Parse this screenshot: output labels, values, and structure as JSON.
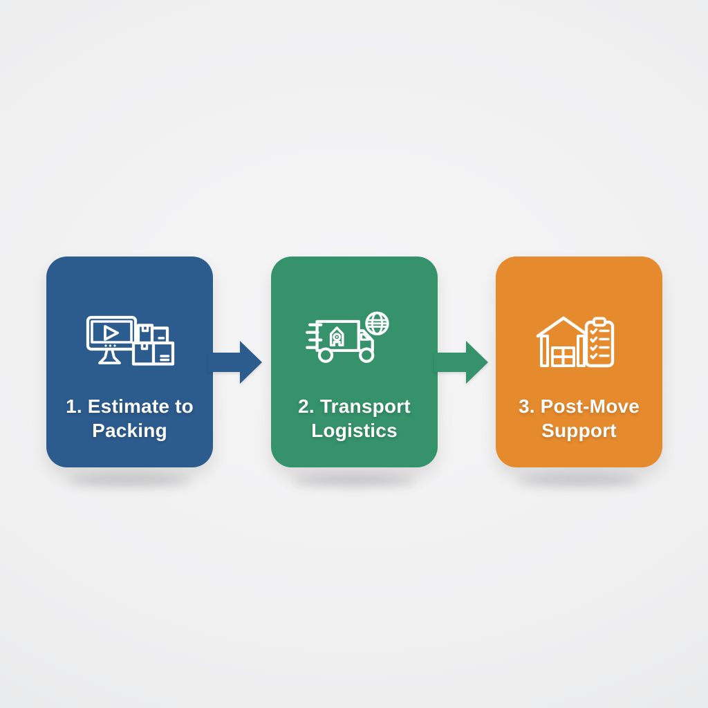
{
  "canvas": {
    "background_center": "#f6f6f7",
    "background_edge": "#e3e4e6",
    "text_color": "#FFFFFF"
  },
  "steps": [
    {
      "line1": "1. Estimate to",
      "line2": "Packing",
      "full_label": "1. Estimate to Packing",
      "color": "#2C5B8E",
      "icon": "monitor-play-packing-boxes-icon"
    },
    {
      "line1": "2. Transport",
      "line2": "Logistics",
      "full_label": "2. Transport Logistics",
      "color": "#35926A",
      "icon": "delivery-truck-globe-icon"
    },
    {
      "line1": "3. Post-Move",
      "line2": "Support",
      "full_label": "3. Post-Move Support",
      "color": "#E68A2E",
      "icon": "house-checklist-clipboard-icon"
    }
  ],
  "arrows": [
    {
      "direction": "right",
      "color": "#2C5B8E"
    },
    {
      "direction": "right",
      "color": "#35926A"
    }
  ]
}
